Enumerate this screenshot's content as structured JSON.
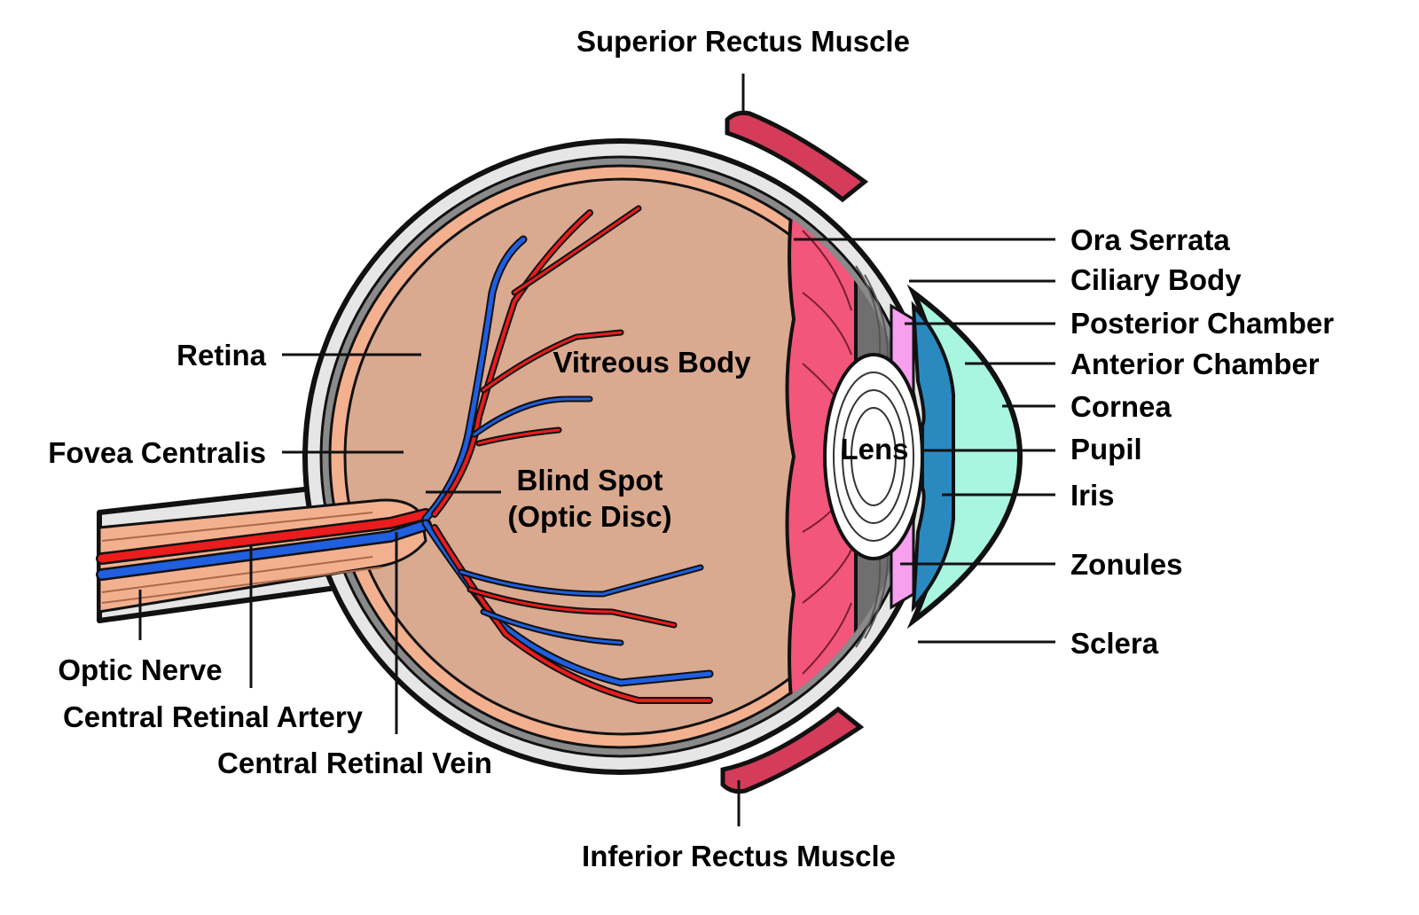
{
  "labels": {
    "superior_rectus": "Superior Rectus Muscle",
    "inferior_rectus": "Inferior Rectus Muscle",
    "retina": "Retina",
    "fovea": "Fovea Centralis",
    "vitreous": "Vitreous Body",
    "blind_spot_1": "Blind Spot",
    "blind_spot_2": "(Optic Disc)",
    "lens": "Lens",
    "optic_nerve": "Optic Nerve",
    "artery": "Central Retinal Artery",
    "vein": "Central Retinal Vein",
    "ora": "Ora Serrata",
    "ciliary": "Ciliary Body",
    "posterior": "Posterior Chamber",
    "anterior": "Anterior Chamber",
    "cornea": "Cornea",
    "pupil": "Pupil",
    "iris": "Iris",
    "zonules": "Zonules",
    "sclera": "Sclera"
  },
  "colors": {
    "sclera": "#e6e6e6",
    "choroid": "#8a8a8a",
    "retina": "#f3b08f",
    "vitreous": "#d9a990",
    "ciliary_muscle": "#f2567a",
    "rectus_muscle": "#d43c5a",
    "zonules": "#f7a0f0",
    "lens": "#ffffff",
    "cornea": "#a8f5e0",
    "iris": "#2a8ac0",
    "artery": "#ea1c1c",
    "vein": "#1f5fe0",
    "outline": "#111111"
  }
}
